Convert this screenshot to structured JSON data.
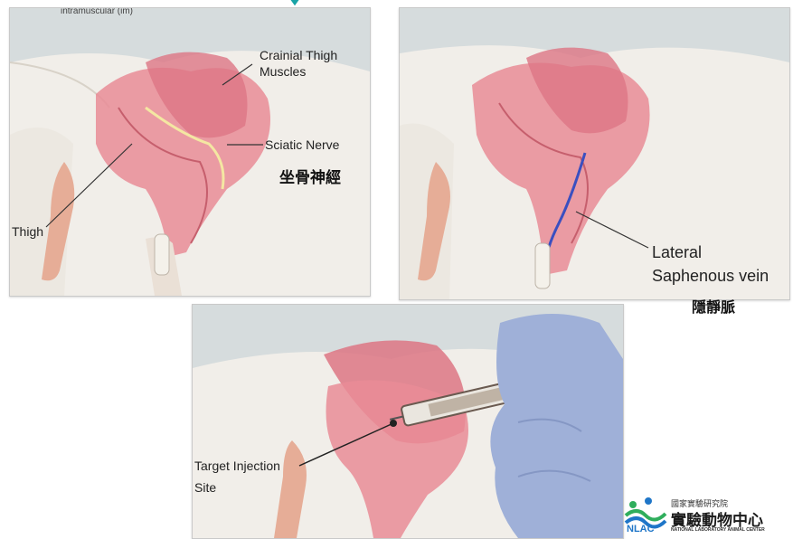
{
  "top_left": {
    "caption_top": "intramuscular (im)",
    "label_cranial": "Crainial Thigh\nMuscles",
    "label_cranial_1": "Crainial Thigh",
    "label_cranial_2": "Muscles",
    "label_sciatic": "Sciatic Nerve",
    "label_sciatic_cn": "坐骨神經",
    "label_thigh": "Thigh"
  },
  "top_right": {
    "label_lateral_1": "Lateral",
    "label_lateral_2": "Saphenous vein",
    "label_lateral_cn": "隱靜脈"
  },
  "bottom": {
    "label_target_1": "Target Injection",
    "label_target_2": "Site"
  },
  "logo": {
    "institute_cn": "國家實驗研究院",
    "center_cn": "實驗動物中心",
    "abbr": "NLAC",
    "center_en": "NATIONAL LABORATORY ANIMAL CENTER"
  },
  "colors": {
    "muscle": "#e98c97",
    "fur": "#f2efe9",
    "background": "#d6dcdd",
    "paw": "#e8b09a",
    "vein": "#3a4fc0",
    "glove": "#9fb0d8",
    "logo_green": "#2fae5c",
    "logo_blue": "#1f76c8"
  }
}
